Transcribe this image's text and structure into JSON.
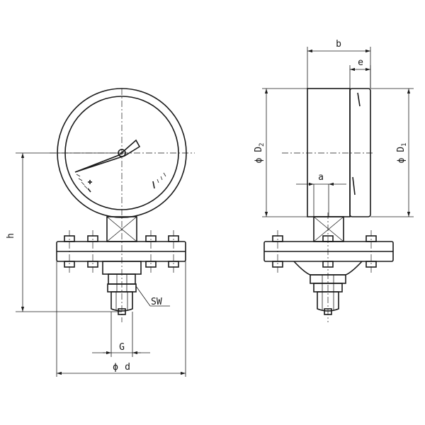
{
  "labels": {
    "h": "h",
    "sw": "SW",
    "g": "G",
    "d_symbol": "ϕ",
    "d": "d",
    "b": "b",
    "e": "e",
    "a": "a",
    "d2_prefix": "ϕ D",
    "d2_sub": "2",
    "d1_prefix": "ϕ D",
    "d1_sub": "1"
  },
  "colors": {
    "line": "#1a1a1a",
    "background": "#ffffff"
  }
}
